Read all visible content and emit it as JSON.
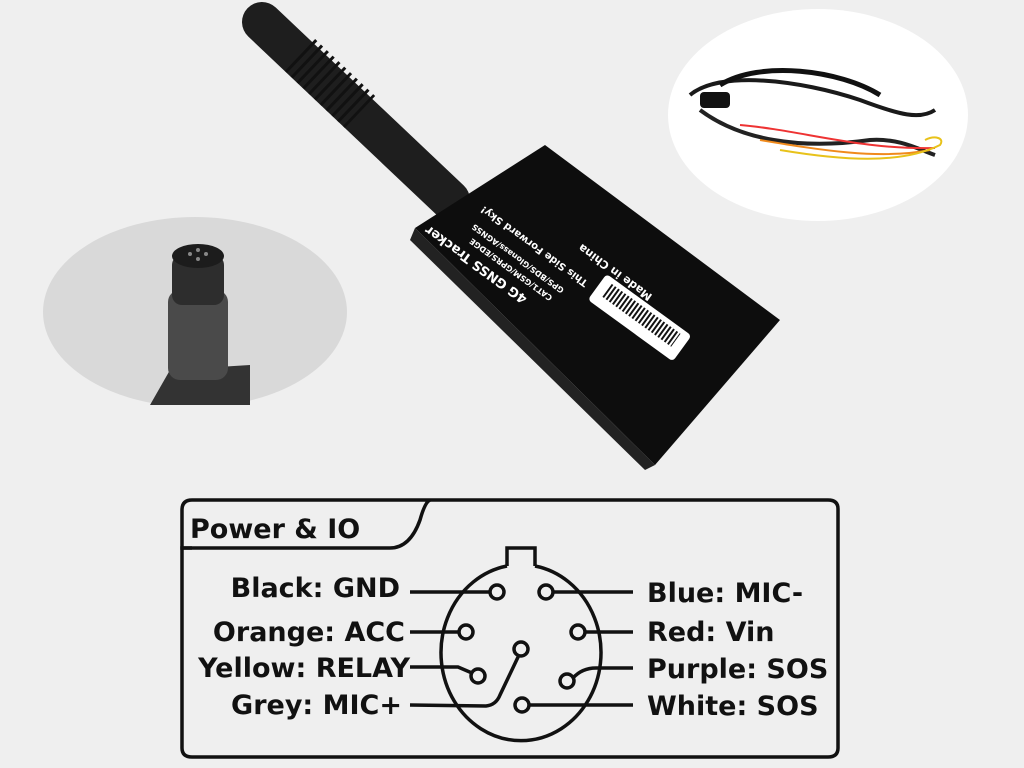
{
  "colors": {
    "background": "#efefef",
    "device": "#111111",
    "diagram_stroke": "#111111"
  },
  "device_labels": {
    "model": "4G GNSS Tracker",
    "spec": "CAT1/GSM/GPRS/EDGE",
    "gnss": "GPS/BDS/Glonass/AGNSS",
    "made_in": "Made in China",
    "orientation": "This Side Forward Sky!",
    "pin_title": "Power & IO"
  },
  "diagram": {
    "title": "Power & IO",
    "pins_left": [
      {
        "color": "Black",
        "function": "GND",
        "label": "Black: GND"
      },
      {
        "color": "Orange",
        "function": "ACC",
        "label": "Orange: ACC"
      },
      {
        "color": "Yellow",
        "function": "RELAY",
        "label": "Yellow: RELAY"
      },
      {
        "color": "Grey",
        "function": "MIC+",
        "label": "Grey: MIC+"
      }
    ],
    "pins_right": [
      {
        "color": "Blue",
        "function": "MIC-",
        "label": "Blue: MIC-"
      },
      {
        "color": "Red",
        "function": "Vin",
        "label": "Red: Vin"
      },
      {
        "color": "Purple",
        "function": "SOS",
        "label": "Purple: SOS"
      },
      {
        "color": "White",
        "function": "SOS",
        "label": "White: SOS"
      }
    ]
  }
}
